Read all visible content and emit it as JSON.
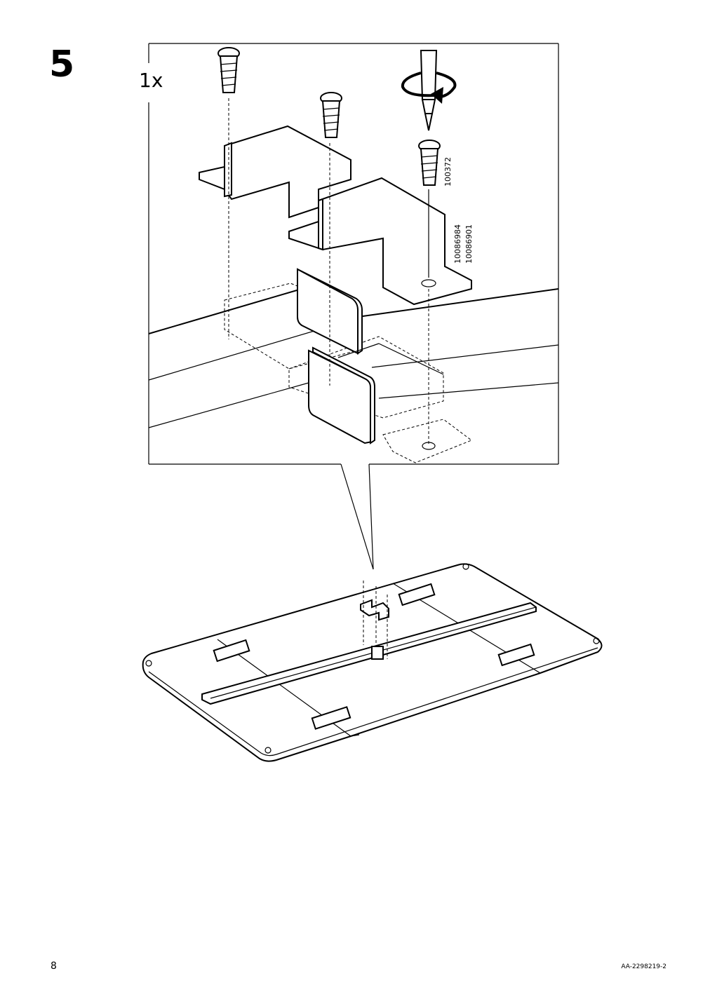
{
  "step": {
    "number": "5",
    "quantity": "1x"
  },
  "parts": {
    "screw_code": "100372",
    "bracket_code_1": "10086984",
    "bracket_code_2": "10086901"
  },
  "footer": {
    "page_number": "8",
    "doc_code": "AA-2298219-2"
  },
  "icons": [
    "screw-icon",
    "screwdriver-icon",
    "rotate-arrow-icon",
    "bracket-icon",
    "table-top-icon"
  ]
}
